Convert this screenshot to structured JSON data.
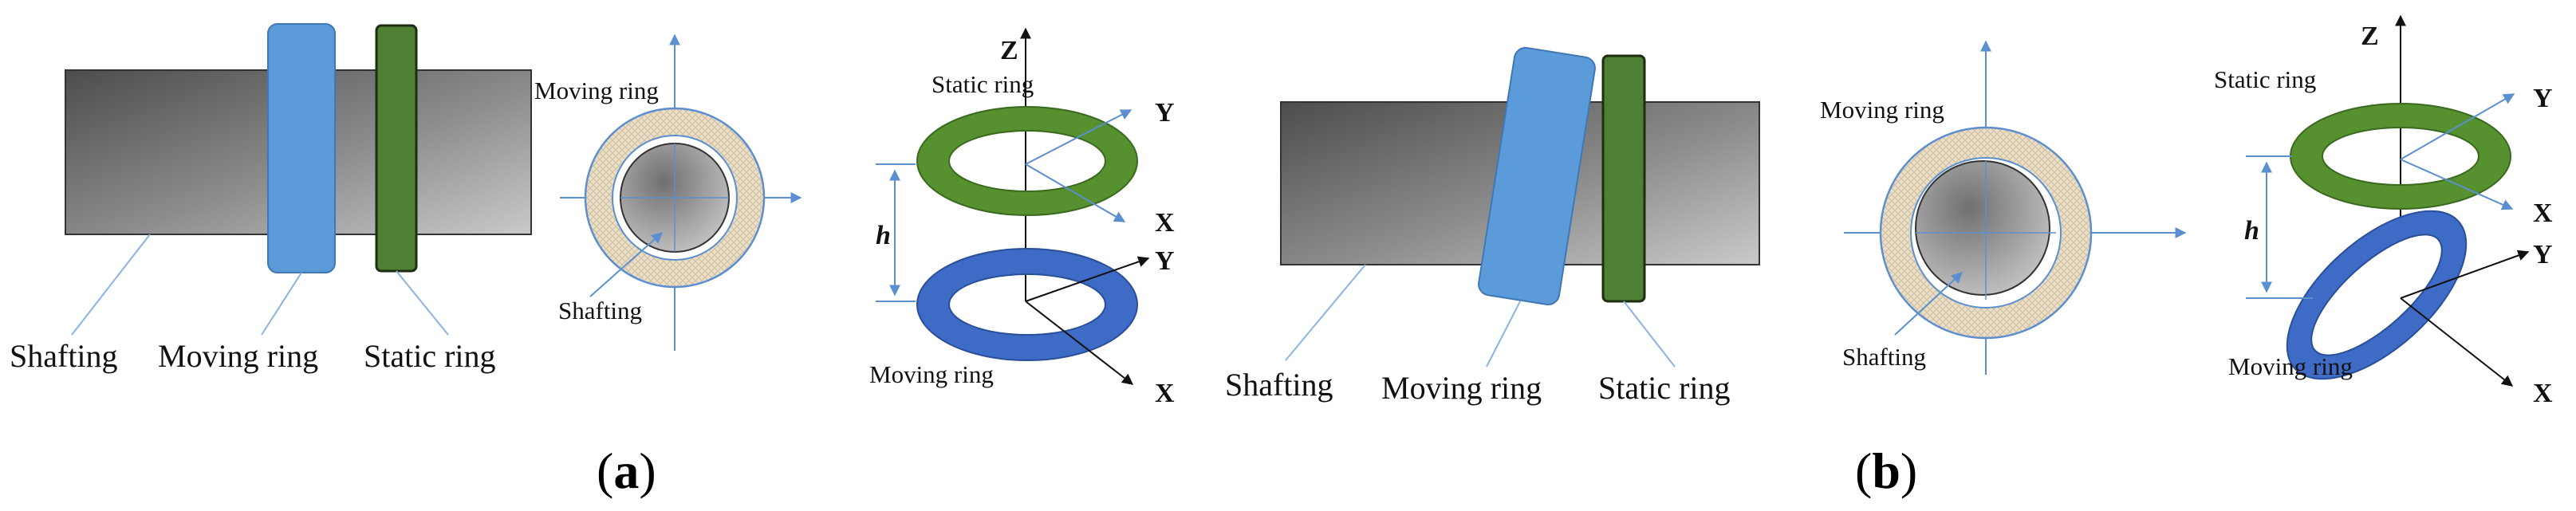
{
  "colors": {
    "moving_ring": "#5b9bd9",
    "moving_ring_3d": "#3d6bc6",
    "static_ring": "#4e7f32",
    "static_ring_3d": "#56902f",
    "axis_line": "#5b8fd0",
    "leader_line": "#8ab4e0"
  },
  "panel_a": {
    "side_view": {
      "shafting": "Shafting",
      "moving_ring": "Moving ring",
      "static_ring": "Static ring"
    },
    "section_view": {
      "moving_ring": "Moving ring",
      "shafting": "Shafting"
    },
    "axes_view": {
      "static_ring": "Static ring",
      "moving_ring": "Moving ring",
      "z": "Z",
      "y_upper": "Y",
      "x_upper": "X",
      "y_lower": "Y",
      "x_lower": "X",
      "h": "h"
    },
    "caption": {
      "open": "(",
      "letter": "a",
      "close": ")"
    }
  },
  "panel_b": {
    "side_view": {
      "shafting": "Shafting",
      "moving_ring": "Moving ring",
      "static_ring": "Static ring"
    },
    "section_view": {
      "moving_ring": "Moving ring",
      "shafting": "Shafting"
    },
    "axes_view": {
      "static_ring": "Static ring",
      "moving_ring": "Moving ring",
      "z": "Z",
      "y_upper": "Y",
      "x_upper": "X",
      "y_lower": "Y",
      "x_lower": "X",
      "h": "h"
    },
    "caption": {
      "open": "(",
      "letter": "b",
      "close": ")"
    }
  }
}
